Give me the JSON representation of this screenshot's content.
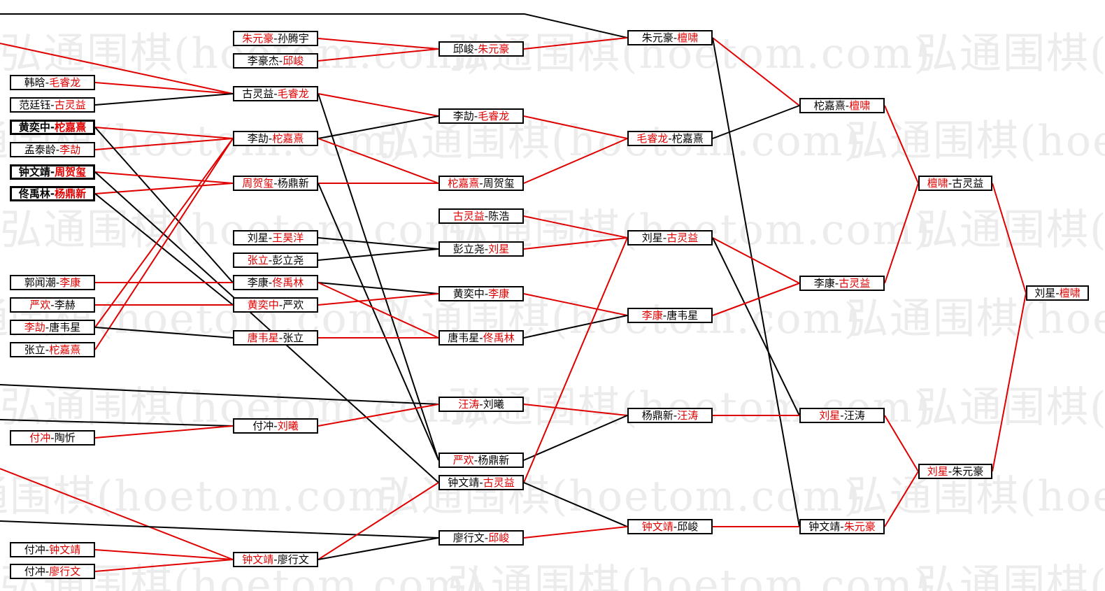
{
  "watermark": {
    "text": "弘通围棋(hoetom.com)"
  },
  "colors": {
    "winner": "#e00000",
    "loser": "#000000",
    "line_win": "#e00000",
    "line_loss": "#000000"
  },
  "bracket": {
    "matches": [
      {
        "id": "r1_1",
        "a": "韩晗",
        "b": "毛睿龙",
        "winner": "b"
      },
      {
        "id": "r1_2",
        "a": "范廷钰",
        "b": "古灵益",
        "winner": "b"
      },
      {
        "id": "r1_3",
        "a": "黄奕中",
        "b": "柁嘉熹",
        "winner": "b"
      },
      {
        "id": "r1_4",
        "a": "孟泰龄",
        "b": "李劼",
        "winner": "b"
      },
      {
        "id": "r1_5",
        "a": "钟文靖",
        "b": "周贺玺",
        "winner": "b"
      },
      {
        "id": "r1_6",
        "a": "佟禹林",
        "b": "杨鼎新",
        "winner": "b"
      },
      {
        "id": "r1_7",
        "a": "郭闻潮",
        "b": "李康",
        "winner": "b"
      },
      {
        "id": "r1_8",
        "a": "严欢",
        "b": "李赫",
        "winner": "a"
      },
      {
        "id": "r1_9",
        "a": "李劼",
        "b": "唐韦星",
        "winner": "a"
      },
      {
        "id": "r1_10",
        "a": "张立",
        "b": "柁嘉熹",
        "winner": "b"
      },
      {
        "id": "r1_11",
        "a": "付冲",
        "b": "陶忻",
        "winner": "a"
      },
      {
        "id": "r1_12",
        "a": "付冲",
        "b": "钟文靖",
        "winner": "b"
      },
      {
        "id": "r1_13",
        "a": "付冲",
        "b": "廖行文",
        "winner": "b"
      },
      {
        "id": "r2_1",
        "a": "朱元豪",
        "b": "孙腾宇",
        "winner": "a"
      },
      {
        "id": "r2_2",
        "a": "李豪杰",
        "b": "邱峻",
        "winner": "b"
      },
      {
        "id": "r2_3",
        "a": "古灵益",
        "b": "毛睿龙",
        "winner": "b"
      },
      {
        "id": "r2_4",
        "a": "李劼",
        "b": "柁嘉熹",
        "winner": "b"
      },
      {
        "id": "r2_5",
        "a": "周贺玺",
        "b": "杨鼎新",
        "winner": "a"
      },
      {
        "id": "r2_6",
        "a": "刘星",
        "b": "王昊洋",
        "winner": "b"
      },
      {
        "id": "r2_7",
        "a": "张立",
        "b": "彭立尧",
        "winner": "a"
      },
      {
        "id": "r2_8",
        "a": "李康",
        "b": "佟禹林",
        "winner": "b"
      },
      {
        "id": "r2_9",
        "a": "黄奕中",
        "b": "严欢",
        "winner": "a"
      },
      {
        "id": "r2_10",
        "a": "唐韦星",
        "b": "张立",
        "winner": "a"
      },
      {
        "id": "r2_11",
        "a": "付冲",
        "b": "刘曦",
        "winner": "b"
      },
      {
        "id": "r2_12",
        "a": "钟文靖",
        "b": "廖行文",
        "winner": "a"
      },
      {
        "id": "r3_1",
        "a": "邱峻",
        "b": "朱元豪",
        "winner": "b"
      },
      {
        "id": "r3_2",
        "a": "李劼",
        "b": "毛睿龙",
        "winner": "b"
      },
      {
        "id": "r3_3",
        "a": "柁嘉熹",
        "b": "周贺玺",
        "winner": "a"
      },
      {
        "id": "r3_4",
        "a": "古灵益",
        "b": "陈浩",
        "winner": "a"
      },
      {
        "id": "r3_5",
        "a": "彭立尧",
        "b": "刘星",
        "winner": "b"
      },
      {
        "id": "r3_6",
        "a": "黄奕中",
        "b": "李康",
        "winner": "b"
      },
      {
        "id": "r3_7",
        "a": "唐韦星",
        "b": "佟禹林",
        "winner": "b"
      },
      {
        "id": "r3_8",
        "a": "汪涛",
        "b": "刘曦",
        "winner": "a"
      },
      {
        "id": "r3_9",
        "a": "严欢",
        "b": "杨鼎新",
        "winner": "a"
      },
      {
        "id": "r3_10",
        "a": "钟文靖",
        "b": "古灵益",
        "winner": "b"
      },
      {
        "id": "r3_11",
        "a": "廖行文",
        "b": "邱峻",
        "winner": "b"
      },
      {
        "id": "r4_1",
        "a": "朱元豪",
        "b": "檀啸",
        "winner": "b"
      },
      {
        "id": "r4_2",
        "a": "毛睿龙",
        "b": "柁嘉熹",
        "winner": "a"
      },
      {
        "id": "r4_3",
        "a": "刘星",
        "b": "古灵益",
        "winner": "b"
      },
      {
        "id": "r4_4",
        "a": "李康",
        "b": "唐韦星",
        "winner": "a"
      },
      {
        "id": "r4_5",
        "a": "杨鼎新",
        "b": "汪涛",
        "winner": "b"
      },
      {
        "id": "r4_6",
        "a": "钟文靖",
        "b": "邱峻",
        "winner": "a"
      },
      {
        "id": "r5_1",
        "a": "柁嘉熹",
        "b": "檀啸",
        "winner": "b"
      },
      {
        "id": "r5_2",
        "a": "李康",
        "b": "古灵益",
        "winner": "b"
      },
      {
        "id": "r5_3",
        "a": "刘星",
        "b": "汪涛",
        "winner": "a"
      },
      {
        "id": "r5_4",
        "a": "钟文靖",
        "b": "朱元豪",
        "winner": "b"
      },
      {
        "id": "r6_1",
        "a": "檀啸",
        "b": "古灵益",
        "winner": "a"
      },
      {
        "id": "r6_2",
        "a": "刘星",
        "b": "朱元豪",
        "winner": "a"
      },
      {
        "id": "r7_1",
        "a": "刘星",
        "b": "檀啸",
        "winner": "b"
      }
    ]
  }
}
